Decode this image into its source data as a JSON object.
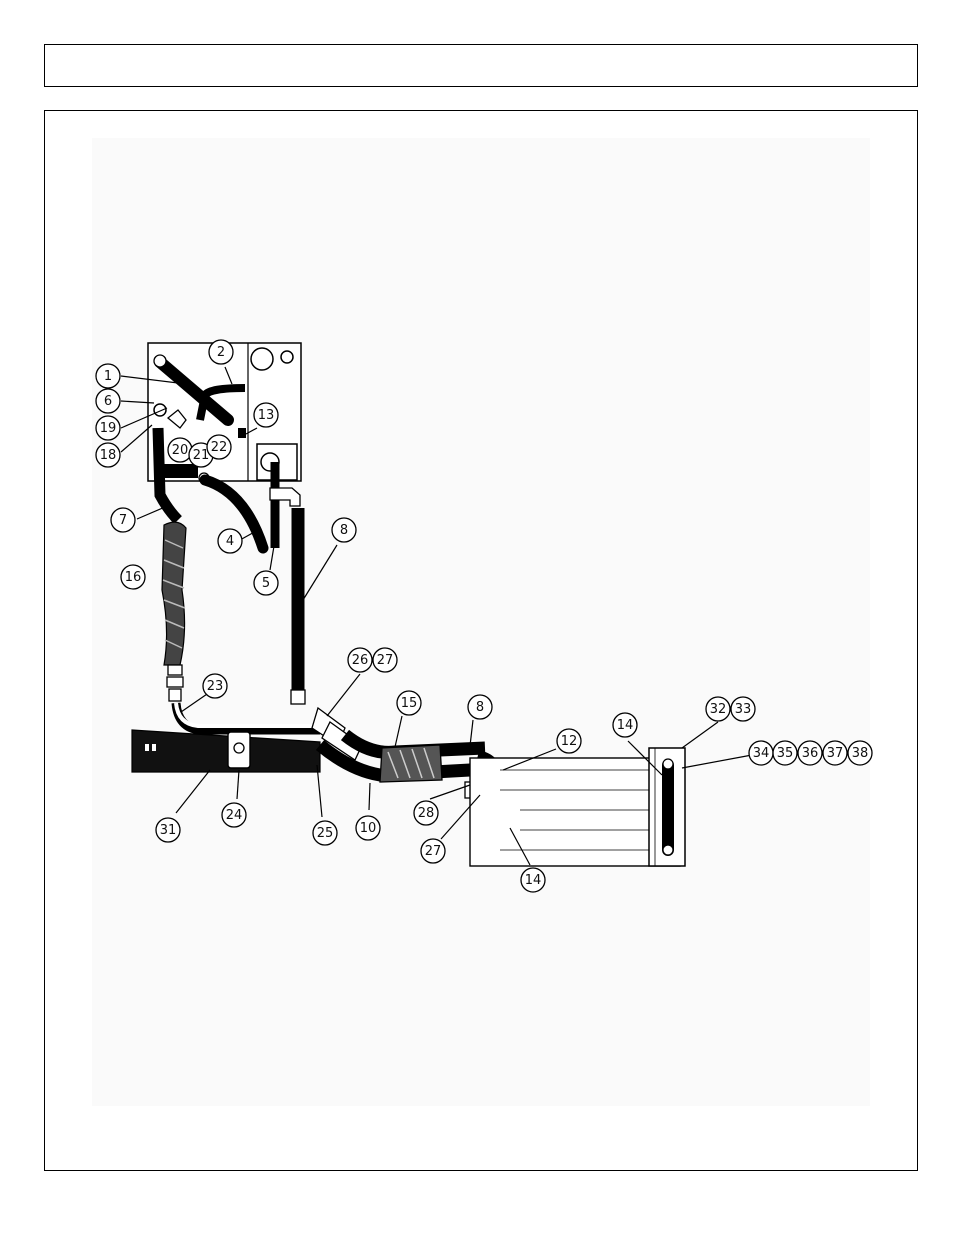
{
  "header": {
    "title": ""
  },
  "callouts": [
    "1",
    "2",
    "4",
    "5",
    "6",
    "7",
    "8",
    "10",
    "12",
    "13",
    "14",
    "15",
    "16",
    "18",
    "19",
    "20",
    "21",
    "22",
    "23",
    "24",
    "25",
    "26",
    "27",
    "28",
    "31",
    "32",
    "33",
    "34",
    "35",
    "36",
    "37",
    "38"
  ]
}
